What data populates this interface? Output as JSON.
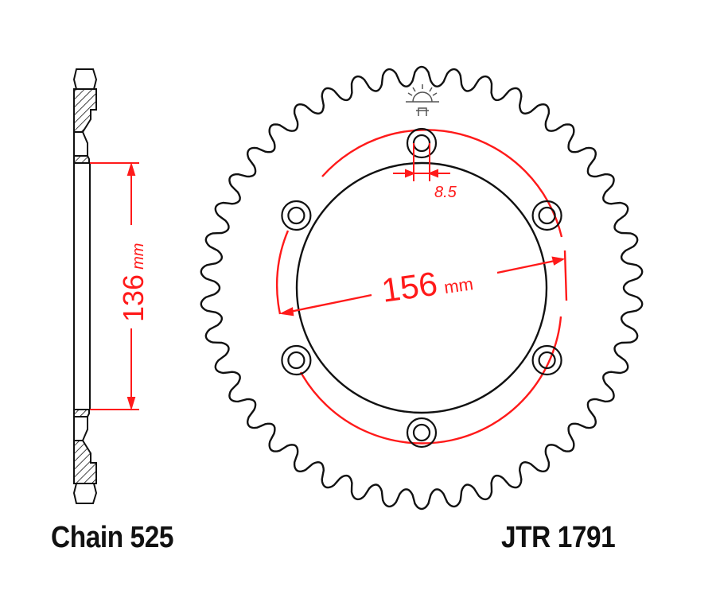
{
  "labels": {
    "chain": "Chain 525",
    "part_number": "JTR 1791"
  },
  "dimensions": {
    "hub_height": "136",
    "hub_height_unit": "mm",
    "bolt_circle_diameter": "156",
    "bolt_circle_unit": "mm",
    "bolt_hole_diameter": "8.5"
  },
  "sprocket": {
    "teeth": 42,
    "bolt_holes": 6,
    "colors": {
      "outline": "#111111",
      "dimension": "#ff1a1a",
      "background": "#ffffff"
    }
  },
  "icons": {
    "logo": "sunrise-logo-icon"
  }
}
